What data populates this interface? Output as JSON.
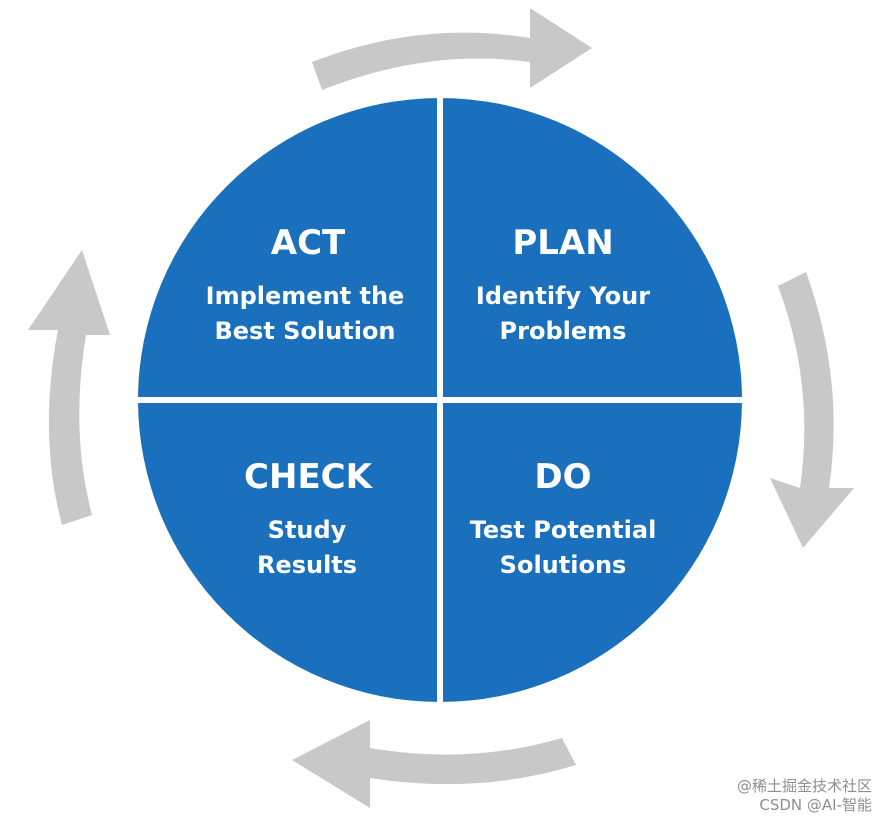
{
  "colors": {
    "circle_fill": "#1a70bd",
    "divider": "#ffffff",
    "arrow": "#c8c8c8",
    "text": "#ffffff",
    "watermark": "#8f8f8f"
  },
  "cycle": {
    "quadrants": [
      {
        "id": "act",
        "title": "ACT",
        "line1": "Implement the",
        "line2": "Best Solution"
      },
      {
        "id": "plan",
        "title": "PLAN",
        "line1": "Identify Your",
        "line2": "Problems"
      },
      {
        "id": "check",
        "title": "CHECK",
        "line1": "Study",
        "line2": "Results"
      },
      {
        "id": "do",
        "title": "DO",
        "line1": "Test Potential",
        "line2": "Solutions"
      }
    ],
    "arrow_direction": "clockwise",
    "arrow_icon": "curved-arrow-icon"
  },
  "watermark": {
    "line1": "@稀土掘金技术社区",
    "line2": "CSDN @AI-智能"
  }
}
